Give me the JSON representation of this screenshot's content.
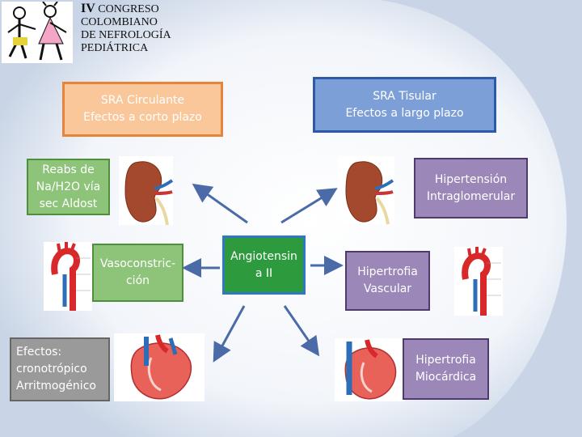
{
  "header": {
    "title_roman": "IV",
    "title_line1": "CONGRESO",
    "title_line2": "COLOMBIANO",
    "title_line3": "DE NEFROLOGÍA",
    "title_line4": "PEDIÁTRICA"
  },
  "boxes": {
    "sra_circulante": "SRA Circulante\nEfectos a corto plazo",
    "sra_tisular": "SRA Tisular\nEfectos a largo plazo",
    "reabs": "Reabs de\nNa/H2O vía\nsec Aldost",
    "hipertension": "Hipertensión\nIntraglomerular",
    "vasoconstriccion": "Vasoconstric-\nción",
    "angiotensin": "Angiotensin\na II",
    "hipertrofia_vascular": "Hipertrofia\nVascular",
    "efectos": "Efectos:\ncronotrópico\nArritmogénico",
    "hipertrofia_miocardica": "Hipertrofia\nMiocárdica"
  },
  "colors": {
    "orange_fill": "#f9c79a",
    "blue_fill": "#7d9fd8",
    "green_fill": "#8dc47a",
    "purple_fill": "#9b87b8",
    "gray_fill": "#9a9a9a",
    "center_fill": "#2e9a3e",
    "arrow": "#4a6aa8"
  }
}
